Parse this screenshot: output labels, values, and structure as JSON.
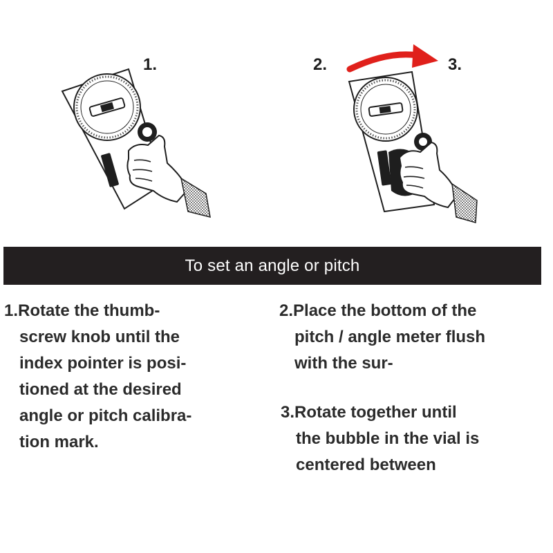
{
  "steps": {
    "one": "1.",
    "two": "2.",
    "three": "3."
  },
  "banner": "To set an angle or pitch",
  "instructions": {
    "step1": [
      "1.Rotate the thumb-",
      "screw knob until the",
      "index pointer is posi-",
      "tioned at the desired",
      "angle or pitch calibra-",
      "tion mark."
    ],
    "step2": [
      "2.Place the bottom of the",
      "pitch / angle meter flush",
      "with the sur-"
    ],
    "step3": [
      "3.Rotate together until",
      "the bubble in the vial is",
      "centered between"
    ]
  },
  "colors": {
    "arrow": "#e0201b",
    "banner_bg": "#231f20",
    "banner_text": "#ffffff"
  },
  "icons": {
    "rotation_arrow": "curved-arrow-icon",
    "device": "angle-meter-icon"
  }
}
